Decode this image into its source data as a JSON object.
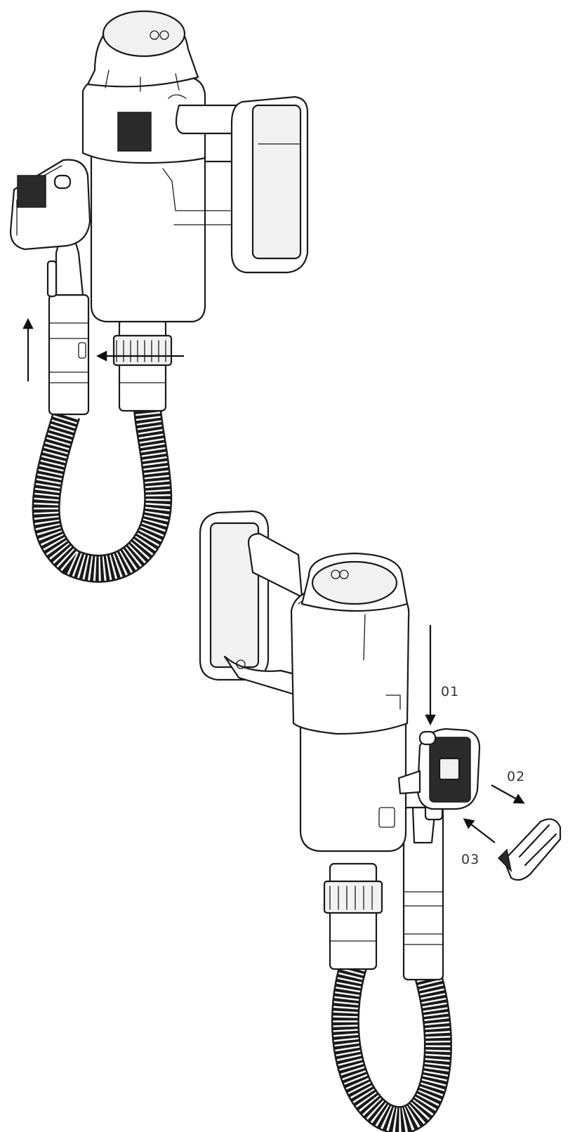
{
  "steps": [
    {
      "id": "01",
      "label": "01"
    },
    {
      "id": "02",
      "label": "02"
    },
    {
      "id": "03",
      "label": "03"
    }
  ],
  "icons": [
    "arrow-up-icon",
    "arrow-left-icon",
    "arrow-down-icon",
    "arrow-diagonal-out-icon",
    "arrow-diagonal-in-icon"
  ],
  "colors": {
    "line": "#1a1a1a",
    "background": "#ffffff"
  }
}
